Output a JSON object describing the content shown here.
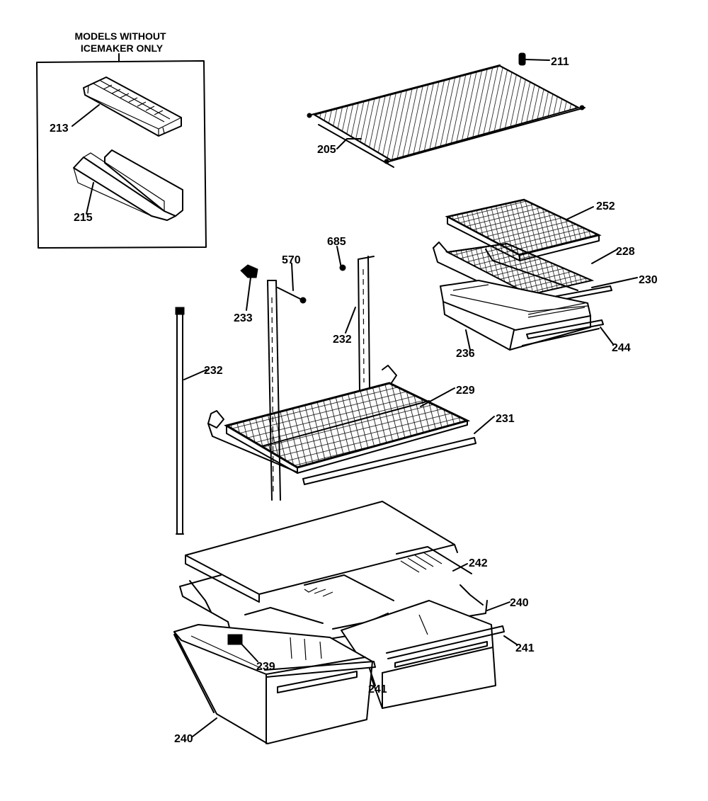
{
  "inset": {
    "title_line1": "MODELS WITHOUT",
    "title_line2": "ICEMAKER ONLY"
  },
  "callouts": {
    "p211": "211",
    "p205": "205",
    "p213": "213",
    "p215": "215",
    "p252": "252",
    "p228": "228",
    "p230": "230",
    "p236": "236",
    "p244": "244",
    "p685": "685",
    "p570": "570",
    "p233": "233",
    "p232a": "232",
    "p232b": "232",
    "p229": "229",
    "p231": "231",
    "p242": "242",
    "p240a": "240",
    "p241a": "241",
    "p239": "239",
    "p241b": "241",
    "p240b": "240"
  }
}
